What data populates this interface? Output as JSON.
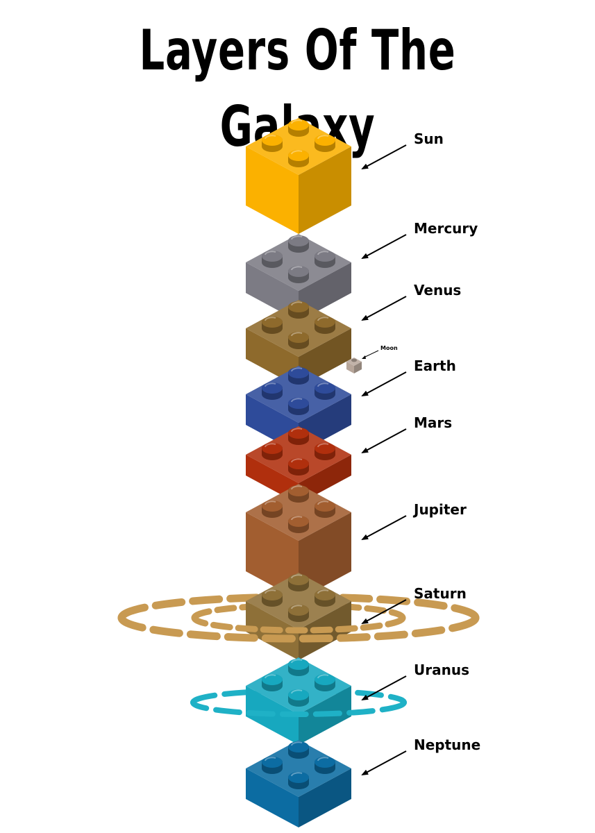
{
  "title": "Layers Of The Galaxy",
  "bricks": [
    {
      "label": "Sun",
      "color": "#fbb100",
      "height": "tall"
    },
    {
      "label": "Mercury",
      "color": "#7c7b84",
      "height": "plate"
    },
    {
      "label": "Venus",
      "color": "#8e6a2c",
      "height": "plate"
    },
    {
      "label": "Earth",
      "color": "#2e4b9a",
      "height": "plate"
    },
    {
      "label": "Mars",
      "color": "#b02f0d",
      "height": "thin"
    },
    {
      "label": "Jupiter",
      "color": "#a25e30",
      "height": "tall"
    },
    {
      "label": "Saturn",
      "color": "#8e7038",
      "height": "plate",
      "ring_color": "#c89a52"
    },
    {
      "label": "Uranus",
      "color": "#17a8bf",
      "height": "plate",
      "ring_color": "#1fb1c6"
    },
    {
      "label": "Neptune",
      "color": "#0c6ca2",
      "height": "plate"
    }
  ],
  "moon": {
    "label": "Moon",
    "color": "#b7a69a"
  }
}
